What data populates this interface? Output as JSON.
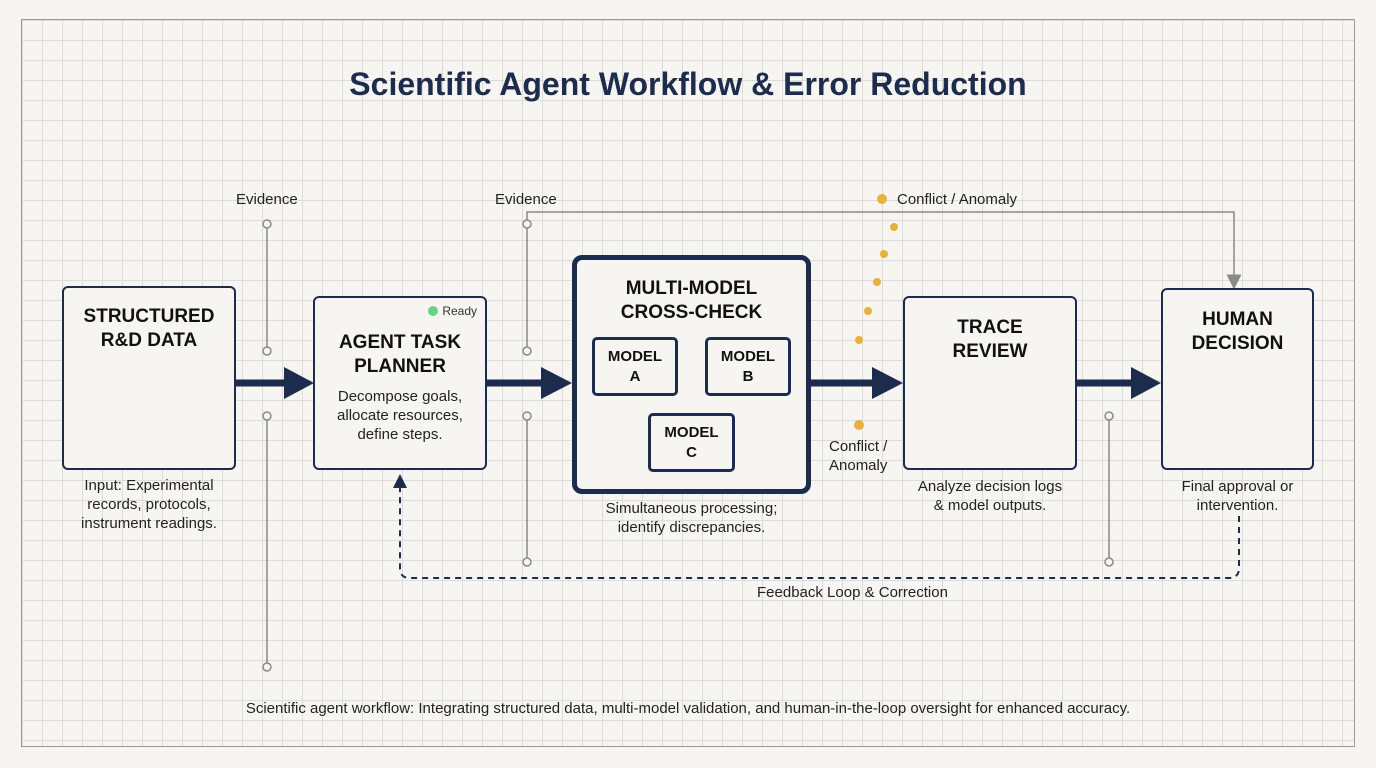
{
  "title": "Scientific Agent Workflow & Error Reduction",
  "nodes": {
    "structured_data": {
      "title": "STRUCTURED\nR&D DATA",
      "caption": "Input: Experimental\nrecords, protocols,\ninstrument readings."
    },
    "planner": {
      "title": "AGENT TASK\nPLANNER",
      "status": "Ready",
      "body": "Decompose goals,\nallocate resources,\ndefine steps."
    },
    "cross_check": {
      "title": "MULTI-MODEL\nCROSS-CHECK",
      "models": [
        "MODEL\nA",
        "MODEL\nB",
        "MODEL\nC"
      ],
      "caption": "Simultaneous processing;\nidentify discrepancies."
    },
    "trace_review": {
      "title": "TRACE\nREVIEW",
      "caption": "Analyze decision logs\n& model outputs."
    },
    "human_decision": {
      "title": "HUMAN\nDECISION",
      "caption": "Final approval or\nintervention."
    }
  },
  "labels": {
    "evidence_1": "Evidence",
    "evidence_2": "Evidence",
    "conflict_top": "Conflict / Anomaly",
    "conflict_mid": "Conflict /\nAnomaly",
    "feedback": "Feedback Loop & Correction"
  },
  "footer": "Scientific agent workflow: Integrating structured data, multi-model validation, and human-in-the-loop oversight for enhanced accuracy.",
  "colors": {
    "navy": "#1d2b4d",
    "accent_gold": "#e8b13b",
    "ready_green": "#6cd08a",
    "connector_gray": "#8a8a8a"
  },
  "icons": [
    "molecule-icon",
    "table-icon",
    "document-chart-icon",
    "microscope-icon",
    "magnifier-icon",
    "clipboard-checklist-icon"
  ]
}
